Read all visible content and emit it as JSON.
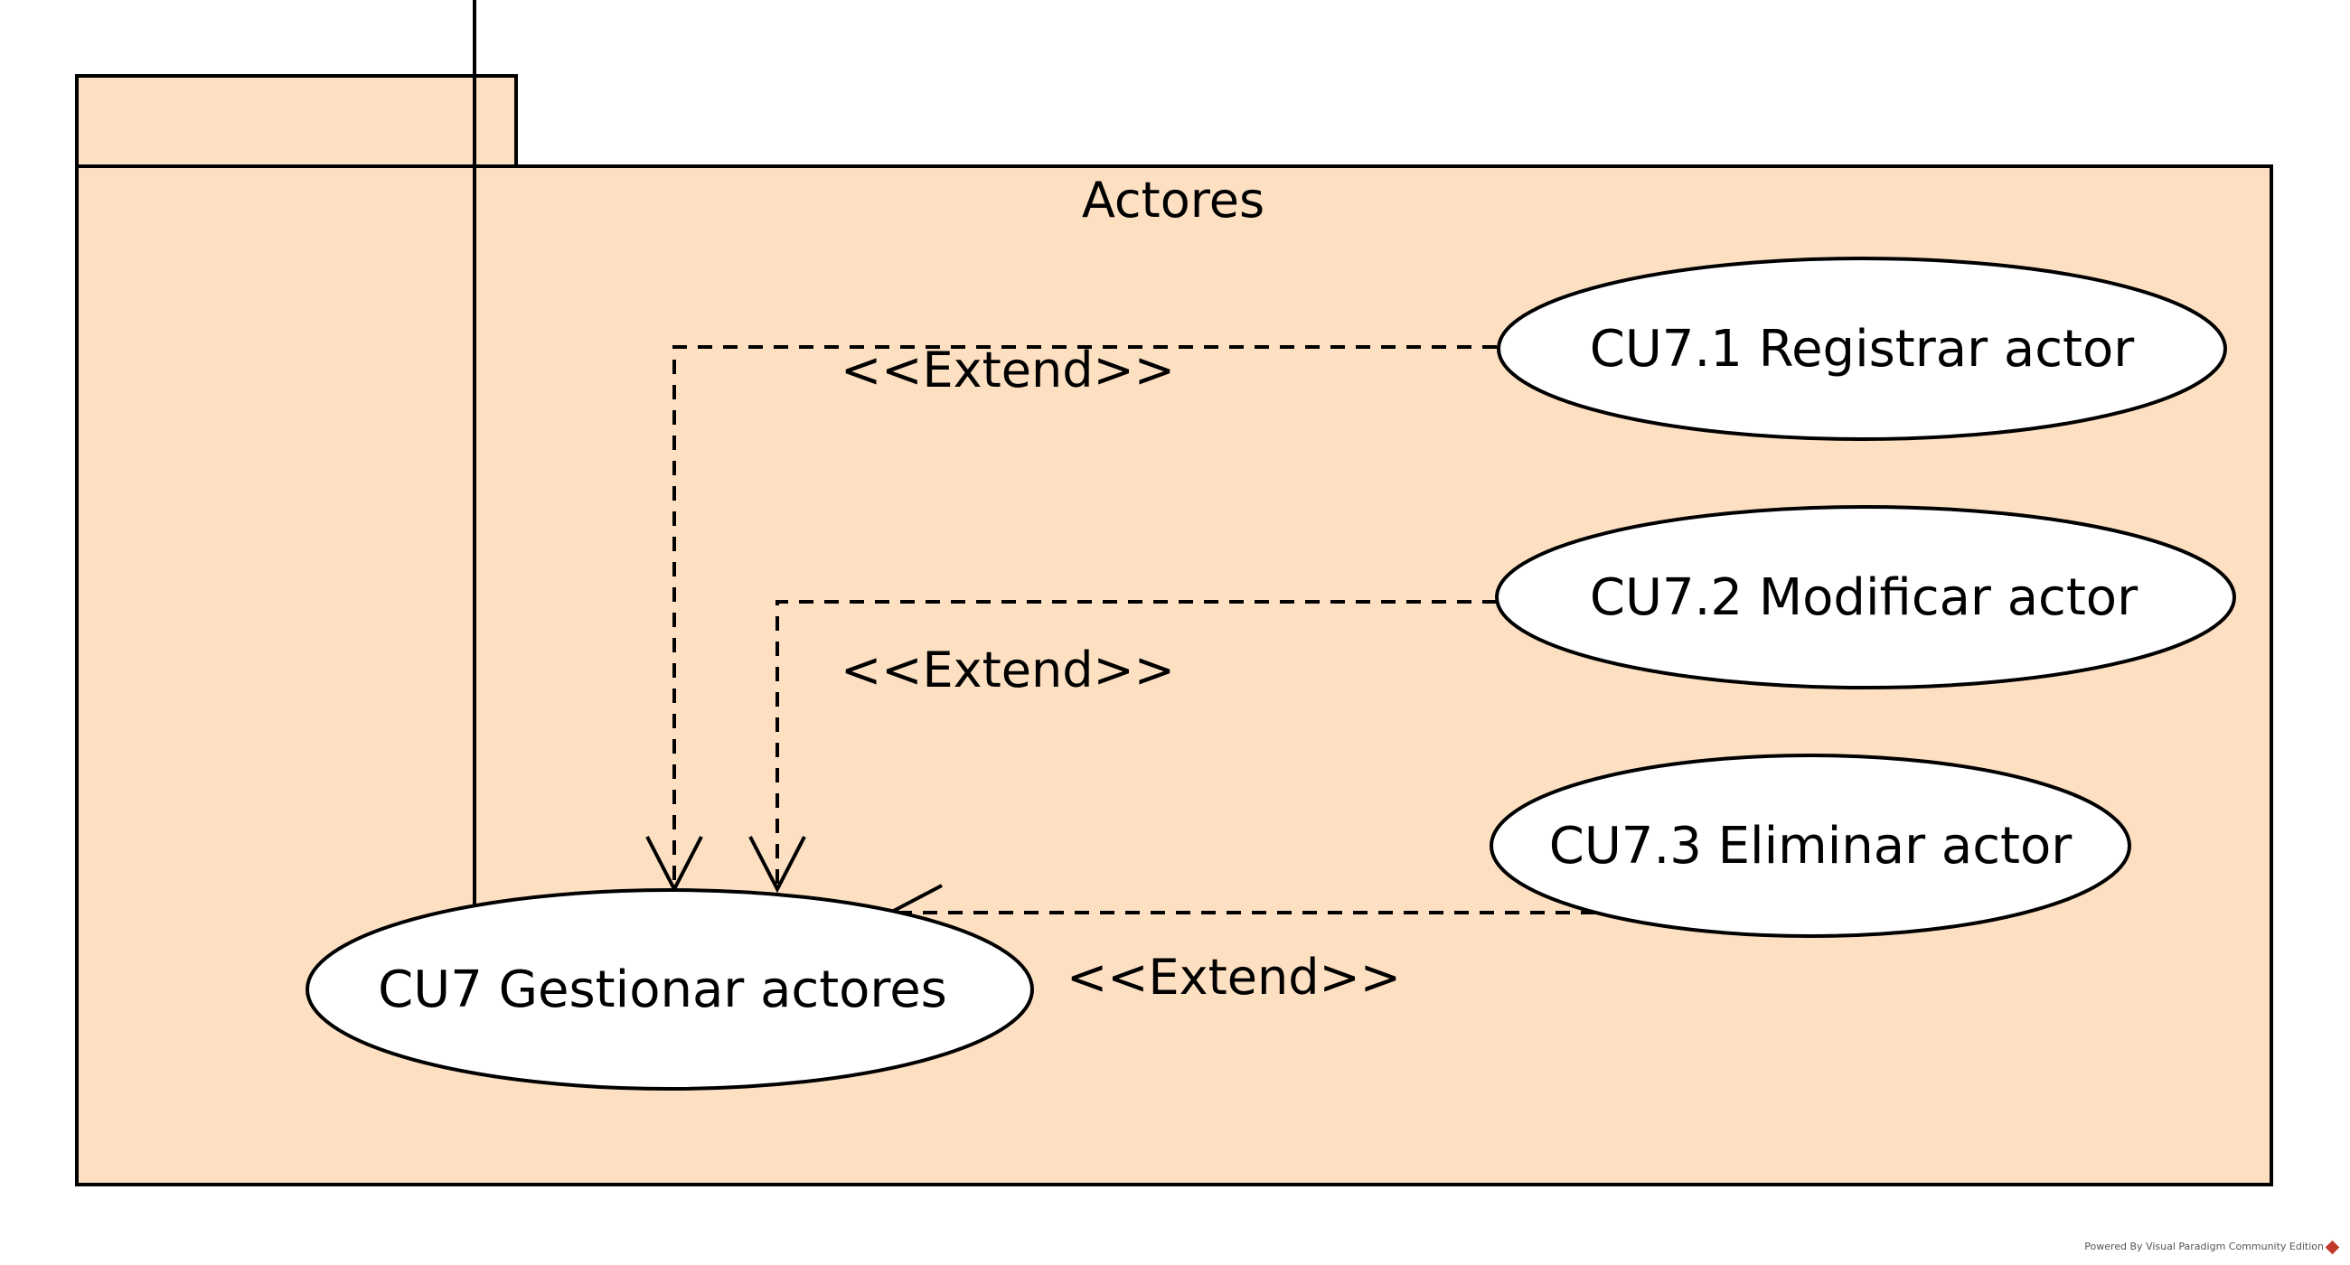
{
  "package": {
    "title": "Actores"
  },
  "use_cases": {
    "main": "CU7 Gestionar actores",
    "register": "CU7.1 Registrar actor",
    "modify": "CU7.2 Modificar actor",
    "delete": "CU7.3 Eliminar actor"
  },
  "relations": {
    "extend_1": "<<Extend>>",
    "extend_2": "<<Extend>>",
    "extend_3": "<<Extend>>"
  },
  "watermark": {
    "text": "Powered By Visual Paradigm Community Edition"
  },
  "colors": {
    "package_fill": "#fde0c2",
    "use_case_fill": "#ffffff",
    "stroke": "#000000"
  }
}
